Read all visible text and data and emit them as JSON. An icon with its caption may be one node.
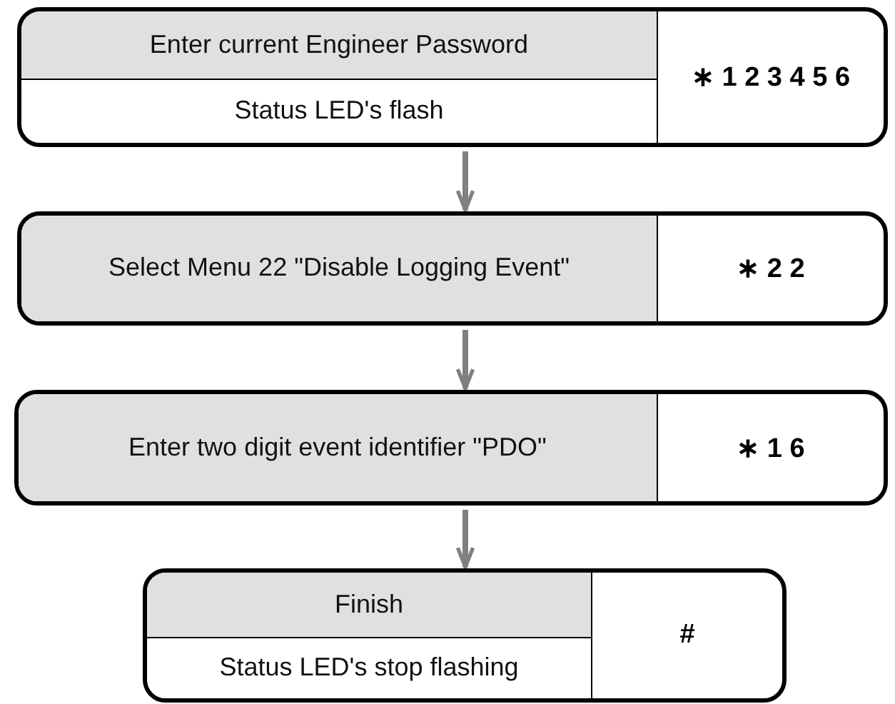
{
  "diagram": {
    "nodes": [
      {
        "text": [
          "Enter current Engineer Password",
          "Status LED's flash",
          "∗ 1 2 3 4 5 6"
        ]
      },
      {
        "text": [
          "Select Menu 22 \"Disable Logging Event\"",
          "∗ 2 2"
        ]
      },
      {
        "text": [
          "Enter two digit event identifier \"PDO\"",
          "∗ 1 6"
        ]
      },
      {
        "text": [
          "Finish",
          "Status LED's stop flashing",
          "#"
        ]
      }
    ],
    "edges": [
      {
        "from": 0,
        "to": 1,
        "arrow": "to"
      },
      {
        "from": 1,
        "to": 2,
        "arrow": "to"
      },
      {
        "from": 2,
        "to": 3,
        "arrow": "to"
      }
    ]
  }
}
